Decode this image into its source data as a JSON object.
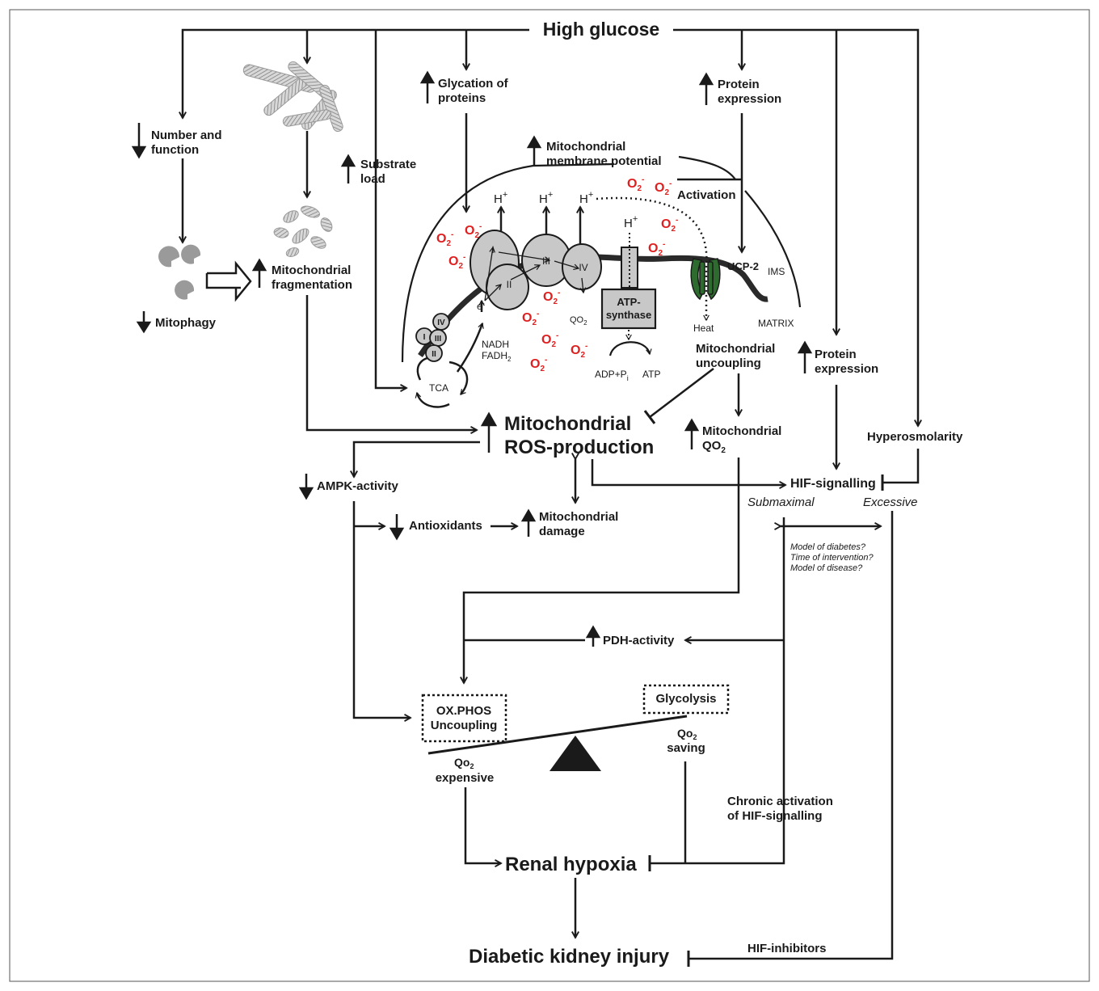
{
  "diagram": {
    "title": "High glucose",
    "labels": {
      "number_function": [
        "Number and",
        "function"
      ],
      "mitophagy": "Mitophagy",
      "mito_fragmentation": [
        "Mitochondrial",
        "fragmentation"
      ],
      "substrate_load": [
        "Substrate",
        "load"
      ],
      "glycation": [
        "Glycation of",
        "proteins"
      ],
      "mmp": [
        "Mitochondrial",
        "membrane potential"
      ],
      "protein_expr_top": [
        "Protein",
        "expression"
      ],
      "activation": "Activation",
      "ucp2": "UCP-2",
      "ims": "IMS",
      "matrix": "MATRIX",
      "heat": "Heat",
      "atp_synthase": [
        "ATP-",
        "synthase"
      ],
      "adp_pi": "ADP+P",
      "adp_pi_sub": "i",
      "atp": "ATP",
      "nadh": "NADH",
      "fadh": "FADH",
      "fadh_sub": "2",
      "tca": "TCA",
      "electron": "e",
      "electron_sup": "-",
      "qo2_small": "QO",
      "qo2_small_sub": "2",
      "h_plus": "H",
      "h_plus_sup": "+",
      "o2": "O",
      "o2_sub": "2",
      "o2_sup": "-",
      "complex_i": "I",
      "complex_ii": "II",
      "complex_iii": "III",
      "complex_iv": "IV",
      "mito_uncoupling": [
        "Mitochondrial",
        "uncoupling"
      ],
      "protein_expr_right": [
        "Protein",
        "expression"
      ],
      "hyperosmolarity": "Hyperosmolarity",
      "ros_production": [
        "Mitochondrial",
        "ROS-production"
      ],
      "mito_qo2": "Mitochondrial",
      "mito_qo2_line2": "QO",
      "mito_qo2_sub": "2",
      "ampk": "AMPK-activity",
      "antioxidants": "Antioxidants",
      "mito_damage": [
        "Mitochondrial",
        "damage"
      ],
      "hif_signalling": "HIF-signalling",
      "submaximal": "Submaximal",
      "excessive": "Excessive",
      "questions": [
        "Model of diabetes?",
        "Time of intervention?",
        "Model of disease?"
      ],
      "pdh": "PDH-activity",
      "glycolysis": "Glycolysis",
      "oxphos": [
        "OX.PHOS",
        "Uncoupling"
      ],
      "qo2_saving": [
        "Qo",
        "2",
        "saving"
      ],
      "qo2_expensive": [
        "Qo",
        "2",
        "expensive"
      ],
      "chronic_hif": [
        "Chronic activation",
        "of HIF-signalling"
      ],
      "renal_hypoxia": "Renal hypoxia",
      "dki": "Diabetic kidney injury",
      "hif_inhibitors": "HIF-inhibitors"
    },
    "colors": {
      "ink": "#1a1a1a",
      "superoxide": "#e02020",
      "ucp2": "#2e6b2e",
      "complex_fill": "#c8c8c8",
      "membrane": "#2a2a2a",
      "mito_grey": "#9a9a9a"
    }
  }
}
